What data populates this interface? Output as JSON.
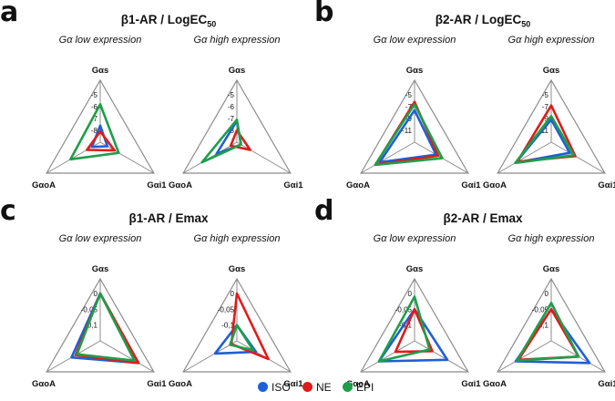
{
  "chart_data": [
    {
      "type": "radar",
      "panel": "a",
      "title": "β1-AR / LogEC",
      "title_sub": "50",
      "axes": [
        "Gαs",
        "Gαi1",
        "GαoA"
      ],
      "subcharts": [
        {
          "subtitle": "Gα low expression",
          "ticks": [
            "-5",
            "-6",
            "-7",
            "-8"
          ],
          "range": [
            -9,
            -5
          ],
          "series": [
            {
              "name": "ISO",
              "values": [
                -7.6,
                -8.3,
                -8.2
              ]
            },
            {
              "name": "NE",
              "values": [
                -8.1,
                -7.6,
                -7.7
              ]
            },
            {
              "name": "EPI",
              "values": [
                -5.8,
                -7.2,
                -6.1
              ]
            }
          ]
        },
        {
          "subtitle": "Gα high expression",
          "ticks": [
            "-5",
            "-6",
            "-7",
            "-8"
          ],
          "range": [
            -9,
            -5
          ],
          "series": [
            {
              "name": "ISO",
              "values": [
                -7.2,
                -8.6,
                -7.0
              ]
            },
            {
              "name": "NE",
              "values": [
                -8.0,
                -7.7,
                -8.4
              ]
            },
            {
              "name": "EPI",
              "values": [
                -7.1,
                -8.6,
                -5.6
              ]
            }
          ]
        }
      ]
    },
    {
      "type": "radar",
      "panel": "b",
      "title": "β2-AR / LogEC",
      "title_sub": "50",
      "axes": [
        "Gαs",
        "Gαi1",
        "GαoA"
      ],
      "subcharts": [
        {
          "subtitle": "Gα low expression",
          "ticks": [
            "-5",
            "-7",
            "-9",
            "-11"
          ],
          "range": [
            -13,
            -5
          ],
          "series": [
            {
              "name": "ISO",
              "values": [
                -7.6,
                -8.8,
                -6.2
              ]
            },
            {
              "name": "NE",
              "values": [
                -6.2,
                -8.4,
                -5.4
              ]
            },
            {
              "name": "EPI",
              "values": [
                -6.6,
                -7.6,
                -5.3
              ]
            }
          ]
        },
        {
          "subtitle": "Gα high expression",
          "ticks": [
            "-5",
            "-7",
            "-9",
            "-11"
          ],
          "range": [
            -13,
            -5
          ],
          "series": [
            {
              "name": "ISO",
              "values": [
                -9.2,
                -9.4,
                -6.1
              ]
            },
            {
              "name": "NE",
              "values": [
                -6.8,
                -8.3,
                -6.4
              ]
            },
            {
              "name": "EPI",
              "values": [
                -8.6,
                -8.6,
                -6.0
              ]
            }
          ]
        }
      ]
    },
    {
      "type": "radar",
      "panel": "c",
      "title": "β1-AR / Emax",
      "title_sub": "",
      "axes": [
        "Gαs",
        "Gαi1",
        "GαoA"
      ],
      "subcharts": [
        {
          "subtitle": "Gα low expression",
          "ticks": [
            "0",
            "-0,05",
            "-0,1"
          ],
          "range": [
            -0.15,
            0
          ],
          "series": [
            {
              "name": "ISO",
              "values": [
                0,
                -0.01,
                -0.045
              ]
            },
            {
              "name": "NE",
              "values": [
                0,
                -0.01,
                -0.06
              ]
            },
            {
              "name": "EPI",
              "values": [
                0,
                -0.025,
                -0.065
              ]
            }
          ]
        },
        {
          "subtitle": "Gα high expression",
          "ticks": [
            "0",
            "-0,05",
            "-0,1"
          ],
          "range": [
            -0.15,
            0
          ],
          "series": [
            {
              "name": "ISO",
              "values": [
                -0.1,
                -0.08,
                -0.07
              ]
            },
            {
              "name": "NE",
              "values": [
                0,
                -0.035,
                -0.13
              ]
            },
            {
              "name": "EPI",
              "values": [
                -0.1,
                -0.09,
                -0.125
              ]
            }
          ]
        }
      ]
    },
    {
      "type": "radar",
      "panel": "d",
      "title": "β2-AR / Emax",
      "title_sub": "",
      "axes": [
        "Gαs",
        "Gαi1",
        "GαoA"
      ],
      "subcharts": [
        {
          "subtitle": "Gα low expression",
          "ticks": [
            "0",
            "-0,05",
            "-0,1"
          ],
          "range": [
            -0.15,
            0
          ],
          "series": [
            {
              "name": "ISO",
              "values": [
                -0.05,
                -0.03,
                -0.02
              ]
            },
            {
              "name": "NE",
              "values": [
                -0.05,
                -0.085,
                -0.08
              ]
            },
            {
              "name": "EPI",
              "values": [
                -0.01,
                -0.095,
                -0.02
              ]
            }
          ]
        },
        {
          "subtitle": "Gα high expression",
          "ticks": [
            "0",
            "-0,05",
            "-0,1"
          ],
          "range": [
            -0.15,
            0
          ],
          "series": [
            {
              "name": "ISO",
              "values": [
                -0.05,
                -0.01,
                -0.02
              ]
            },
            {
              "name": "NE",
              "values": [
                -0.05,
                -0.05,
                -0.03
              ]
            },
            {
              "name": "EPI",
              "values": [
                -0.03,
                -0.05,
                -0.025
              ]
            }
          ]
        }
      ]
    }
  ],
  "legend": [
    {
      "name": "ISO",
      "color": "#1f5fd6"
    },
    {
      "name": "NE",
      "color": "#e01b1b"
    },
    {
      "name": "EPI",
      "color": "#1f9e4a"
    }
  ],
  "colors": {
    "ISO": "#1f5fd6",
    "NE": "#e01b1b",
    "EPI": "#1f9e4a",
    "grid": "#8c8c8c",
    "text": "#111111"
  }
}
